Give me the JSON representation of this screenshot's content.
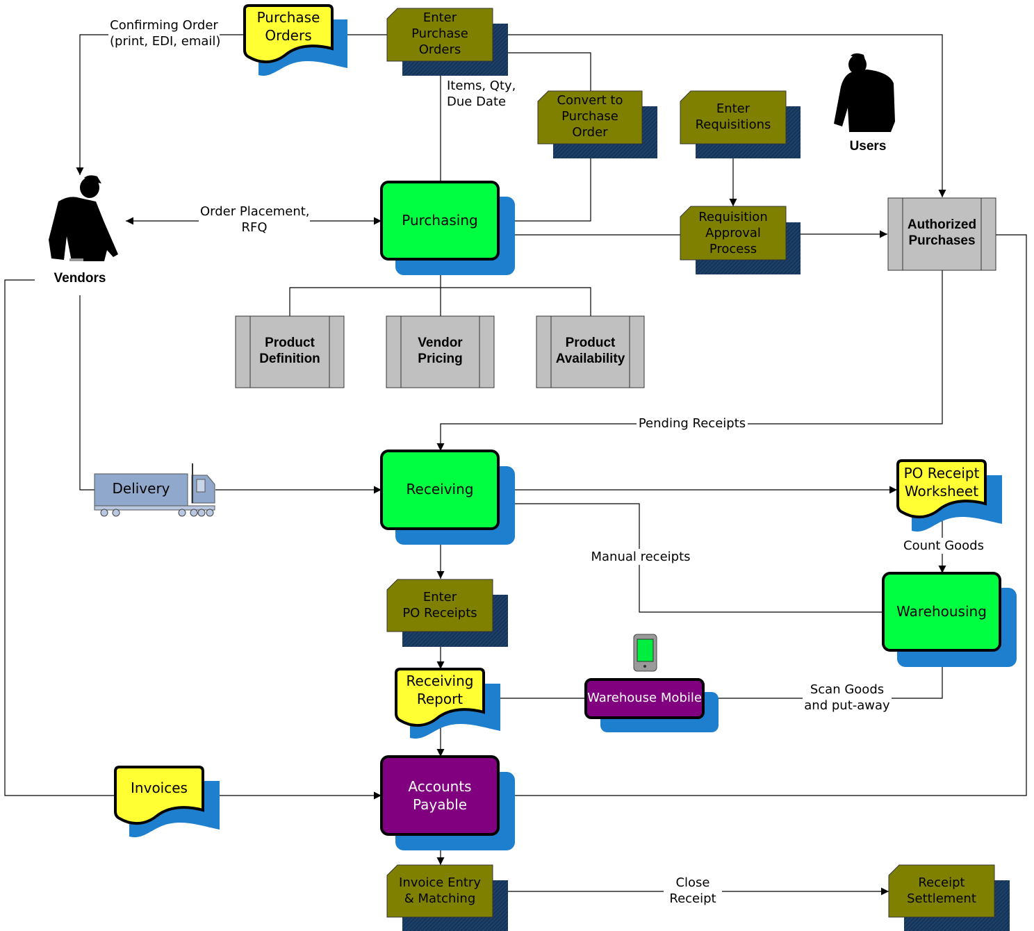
{
  "colors": {
    "process_green": "#00ff40",
    "process_purple": "#800080",
    "step_olive": "#808000",
    "shadow_blue": "#1f7fcf",
    "doc_yellow": "#ffff33",
    "db_gray": "#c0c0c0",
    "truck_blue": "#8fa8cc"
  },
  "processes": {
    "purchasing": "Purchasing",
    "receiving": "Receiving",
    "warehousing": "Warehousing",
    "accounts_payable": "Accounts\nPayable",
    "warehouse_mobile": "Warehouse Mobile"
  },
  "steps": {
    "enter_purchase_orders": "Enter\nPurchase\nOrders",
    "convert_to_po": "Convert to\nPurchase\nOrder",
    "enter_requisitions": "Enter\nRequisitions",
    "requisition_approval": "Requisition\nApproval\nProcess",
    "enter_po_receipts": "Enter\nPO Receipts",
    "invoice_entry": "Invoice Entry\n& Matching",
    "receipt_settlement": "Receipt\nSettlement"
  },
  "documents": {
    "purchase_orders": "Purchase\nOrders",
    "po_receipt_worksheet": "PO Receipt\nWorksheet",
    "receiving_report": "Receiving\nReport",
    "invoices": "Invoices"
  },
  "data_stores": {
    "authorized_purchases": "Authorized\nPurchases",
    "product_definition": "Product\nDefinition",
    "vendor_pricing": "Vendor\nPricing",
    "product_availability": "Product\nAvailability"
  },
  "actors": {
    "vendors": "Vendors",
    "users": "Users"
  },
  "delivery": "Delivery",
  "flow_labels": {
    "confirming_order": "Confirming Order\n(print, EDI, email)",
    "items_qty": "Items, Qty,\nDue Date",
    "order_placement": "Order Placement,\nRFQ",
    "pending_receipts": "Pending Receipts",
    "count_goods": "Count Goods",
    "manual_receipts": "Manual receipts",
    "scan_goods": "Scan Goods\nand put-away",
    "close_receipt": "Close\nReceipt"
  }
}
